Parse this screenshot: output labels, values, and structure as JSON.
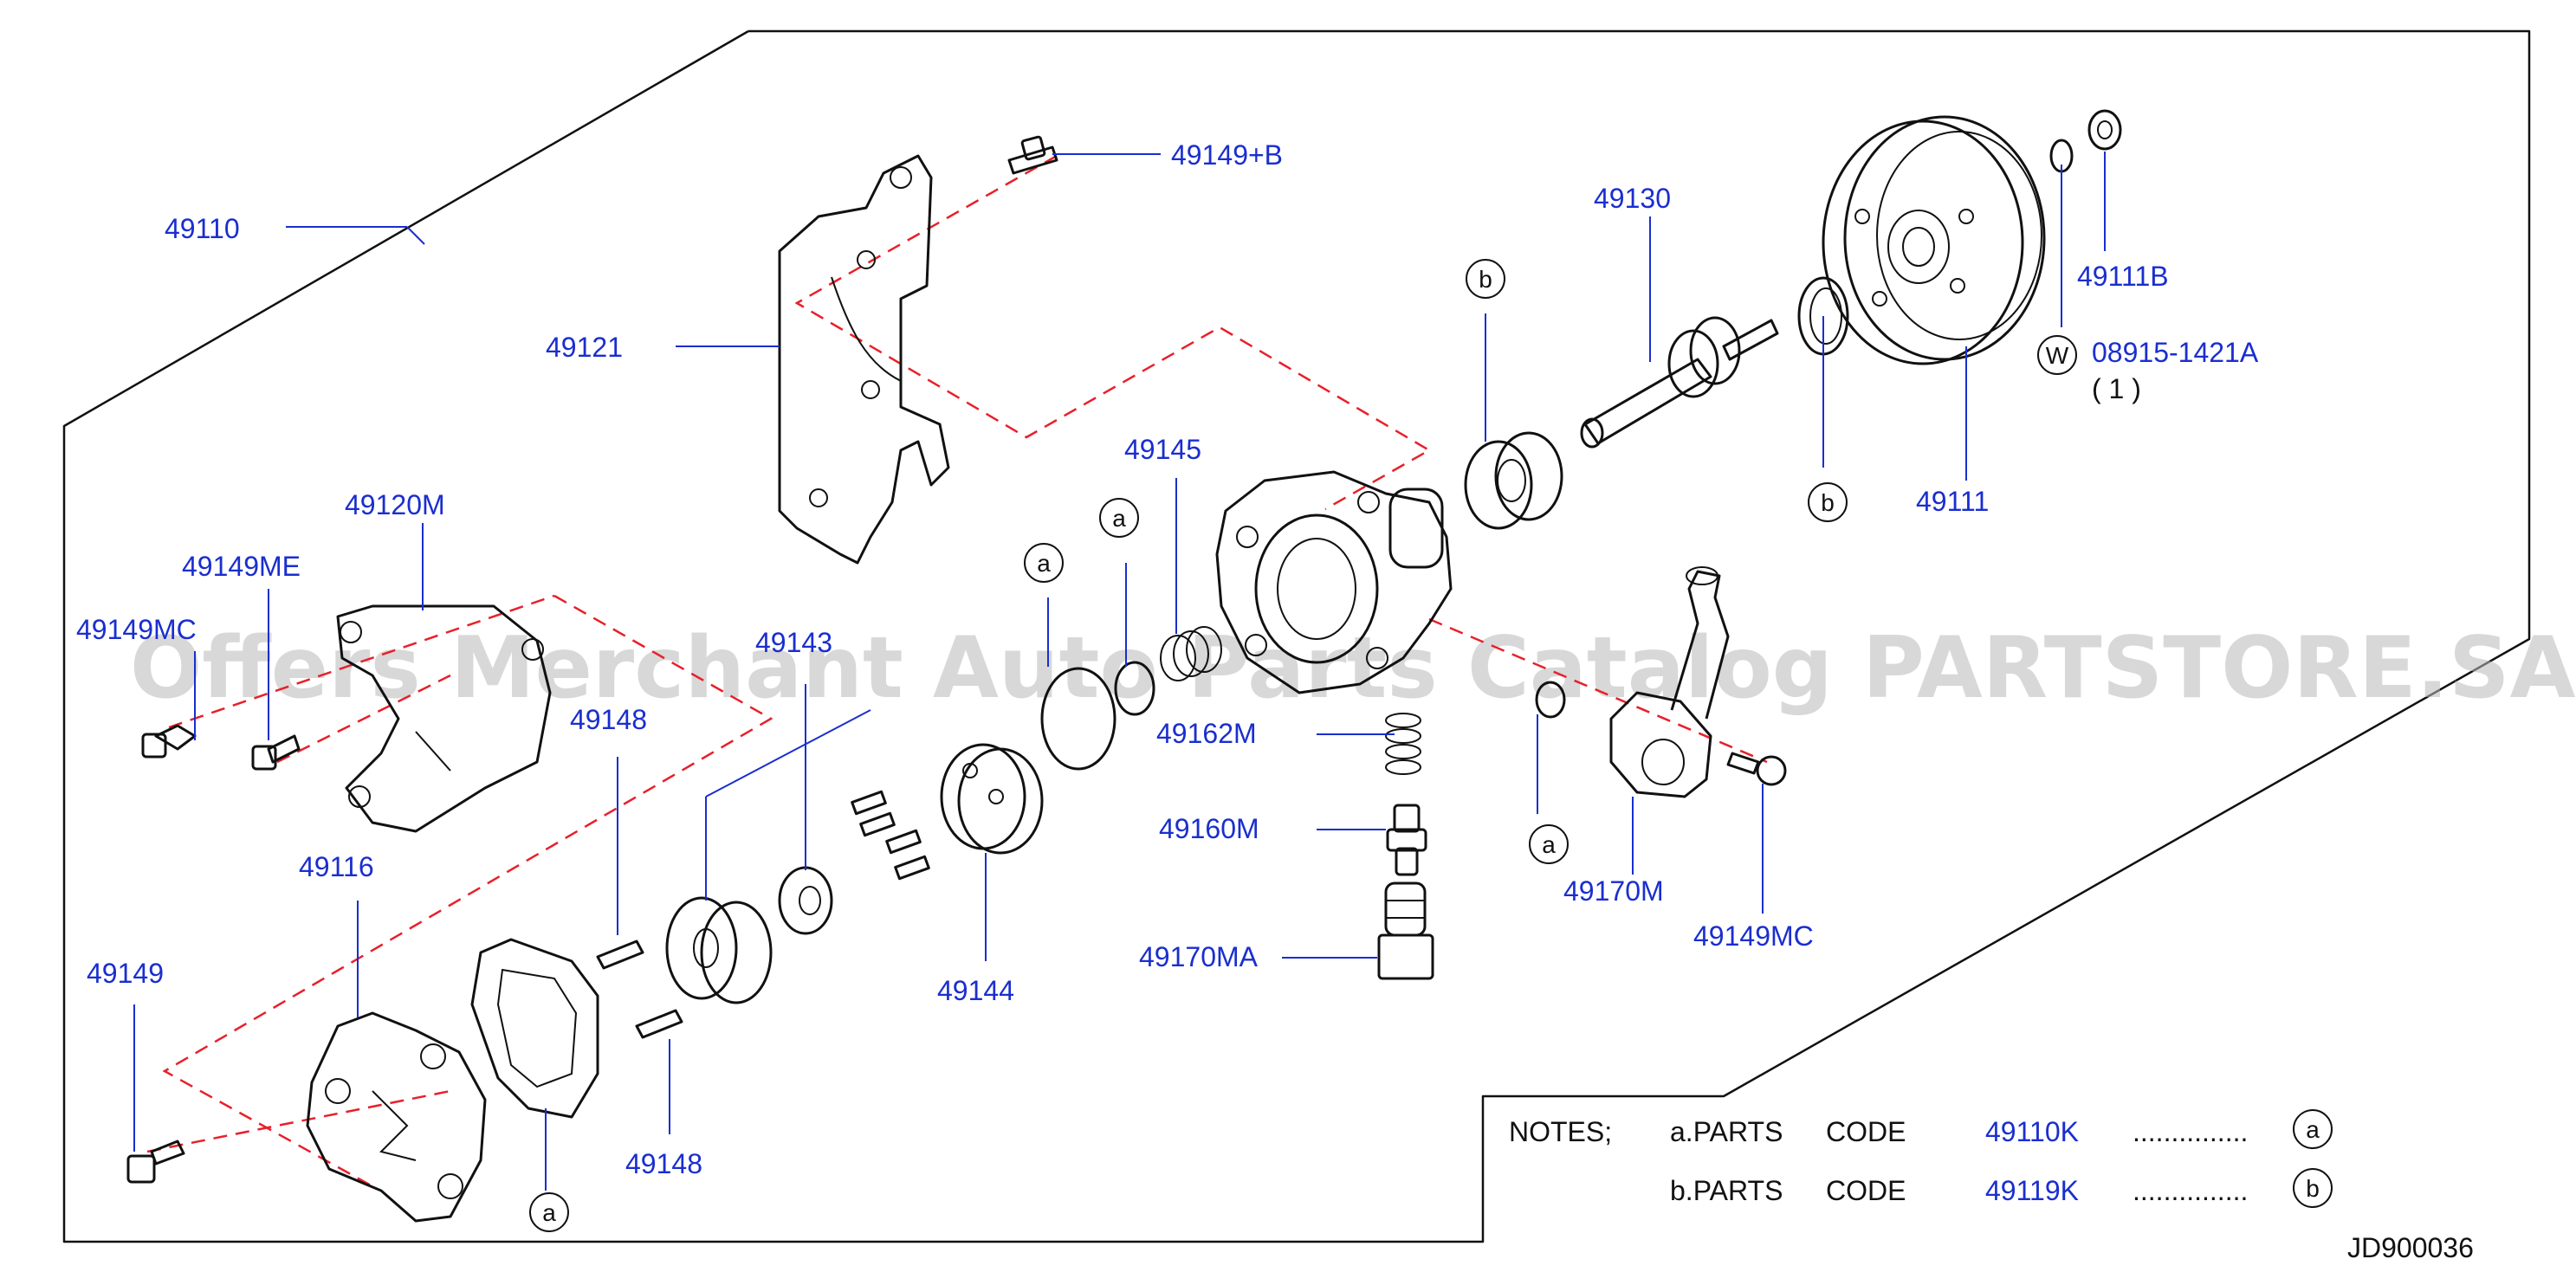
{
  "diagram_code": "JD900036",
  "watermark": "Offers Merchant Auto Parts Catalog PARTSTORE.SA",
  "labels": {
    "l49110": "49110",
    "l49121": "49121",
    "l49149B": "49149+B",
    "l49120M": "49120M",
    "l49149ME": "49149ME",
    "l49149C": "49149MC",
    "l49148a": "49148",
    "l49143": "49143",
    "l49145": "49145",
    "l49130": "49130",
    "l49111B": "49111B",
    "l08915": "08915-1421A",
    "l08915qty": "( 1 )",
    "l49111": "49111",
    "l49162M": "49162M",
    "l49160M": "49160M",
    "l49170MA": "49170MA",
    "l49170M": "49170M",
    "l49149MC": "49149MC",
    "l49144": "49144",
    "l49116": "49116",
    "l49149": "49149",
    "l49148b": "49148"
  },
  "markers": {
    "a": "a",
    "b": "b",
    "w": "W"
  },
  "notes": {
    "heading": "NOTES;",
    "row_a_label": "a.PARTS",
    "row_b_label": "b.PARTS",
    "code_word": "CODE",
    "row_a_code": "49110K",
    "row_b_code": "49119K",
    "dots": "..............."
  }
}
